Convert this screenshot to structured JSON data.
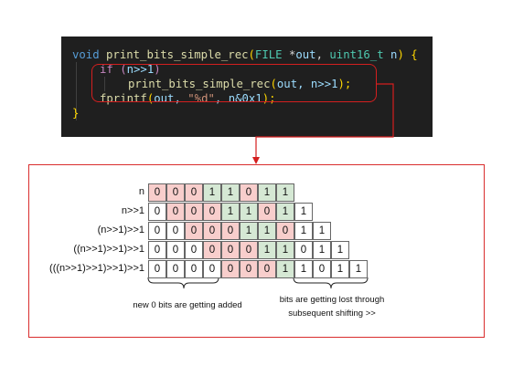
{
  "code": {
    "line1": {
      "kw": "void",
      "fn": "print_bits_simple_rec",
      "open": "(",
      "type1": "FILE",
      "ptr": " *",
      "p1": "out",
      "comma": ", ",
      "type2": "uint16_t",
      "p2": " n",
      ") {": ") ",
      "brace": "{"
    },
    "line2": {
      "kw": "if",
      "open": " (",
      "expr": "n>>1",
      ")": ")"
    },
    "line3": {
      "fn": "print_bits_simple_rec",
      "open": "(",
      "args": "out, n>>1",
      "close": ");"
    },
    "line4": {
      "fn": "fprintf",
      "open": "(",
      "a1": "out, ",
      "str": "\"%d\"",
      "a2": ", n&0x1",
      "close": ");"
    },
    "line5": {
      "brace": "}"
    }
  },
  "rows": [
    {
      "label": "n",
      "bits": [
        "0",
        "0",
        "0",
        "1",
        "1",
        "0",
        "1",
        "1"
      ],
      "colors": [
        "red",
        "red",
        "red",
        "green",
        "green",
        "red",
        "green",
        "green"
      ]
    },
    {
      "label": "n>>1",
      "bits": [
        "0",
        "0",
        "0",
        "0",
        "1",
        "1",
        "0",
        "1",
        "1"
      ],
      "colors": [
        "plain",
        "red",
        "red",
        "red",
        "green",
        "green",
        "red",
        "green",
        "plain"
      ]
    },
    {
      "label": "(n>>1)>>1",
      "bits": [
        "0",
        "0",
        "0",
        "0",
        "0",
        "1",
        "1",
        "0",
        "1",
        "1"
      ],
      "colors": [
        "plain",
        "plain",
        "red",
        "red",
        "red",
        "green",
        "green",
        "red",
        "plain",
        "plain"
      ]
    },
    {
      "label": "((n>>1)>>1)>>1",
      "bits": [
        "0",
        "0",
        "0",
        "0",
        "0",
        "0",
        "1",
        "1",
        "0",
        "1",
        "1"
      ],
      "colors": [
        "plain",
        "plain",
        "plain",
        "red",
        "red",
        "red",
        "green",
        "green",
        "plain",
        "plain",
        "plain"
      ]
    },
    {
      "label": "(((n>>1)>>1)>>1)>>1",
      "bits": [
        "0",
        "0",
        "0",
        "0",
        "0",
        "0",
        "0",
        "1",
        "1",
        "0",
        "1",
        "1"
      ],
      "colors": [
        "plain",
        "plain",
        "plain",
        "plain",
        "red",
        "red",
        "red",
        "green",
        "plain",
        "plain",
        "plain",
        "plain"
      ]
    }
  ],
  "notes": {
    "left": "new 0 bits are getting added",
    "right_line1": "bits are getting lost through",
    "right_line2": "subsequent shifting >>"
  },
  "colors": {
    "red": "#f8cecc",
    "green": "#d5e8d4",
    "plain": "#ffffff",
    "highlight": "#d41f1f"
  }
}
